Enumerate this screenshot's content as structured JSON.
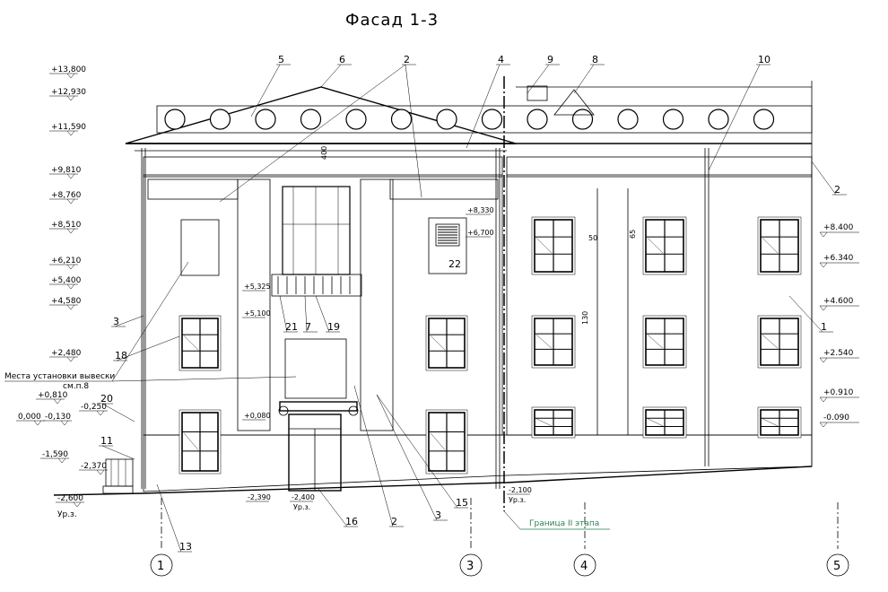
{
  "title": "Фасад 1-3",
  "levels_left": [
    "+13,800",
    "+12,930",
    "+11,590",
    "+9,810",
    "+8,760",
    "+8,510",
    "+6,210",
    "+5,400",
    "+4,580",
    "+2,480",
    "+0,810",
    "0,000",
    "-0,130",
    "-0,250",
    "-1,590",
    "-2,370",
    "-2,600",
    "+5,325",
    "+5,100",
    "+0,080",
    "-2,390",
    "-2,400",
    "-2,100",
    "+8,330",
    "+6,700"
  ],
  "levels_right": [
    "+8.400",
    "+6.340",
    "+4.600",
    "+2.540",
    "+0.910",
    "-0.090"
  ],
  "ground_label": "Ур.з.",
  "callouts": [
    "1",
    "2",
    "3",
    "4",
    "5",
    "6",
    "7",
    "8",
    "9",
    "10",
    "11",
    "13",
    "15",
    "16",
    "18",
    "19",
    "20",
    "21",
    "22"
  ],
  "sign_note_line1": "Места установки вывески",
  "sign_note_line2": "см.п.8",
  "stage_boundary": "Граница II этапа",
  "axes": [
    "1",
    "3",
    "4",
    "5"
  ],
  "dims": [
    "400",
    "50",
    "65",
    "130"
  ]
}
